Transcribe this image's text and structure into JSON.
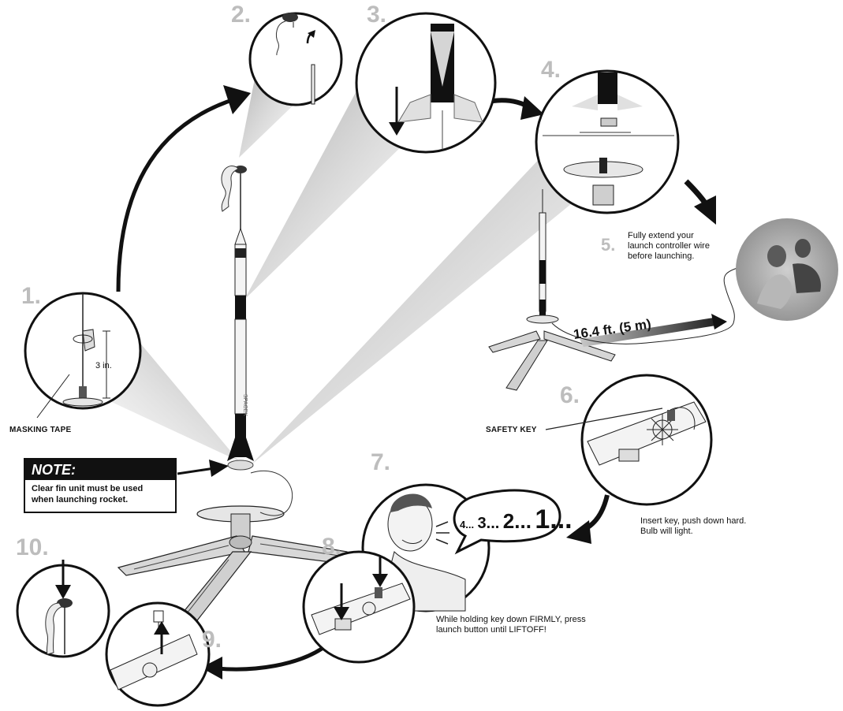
{
  "steps": {
    "s1": "1.",
    "s2": "2.",
    "s3": "3.",
    "s4": "4.",
    "s5": "5.",
    "s6": "6.",
    "s7": "7.",
    "s8": "8.",
    "s9": "9.",
    "s10": "10."
  },
  "labels": {
    "masking_tape": "MASKING TAPE",
    "safety_key": "SAFETY KEY",
    "measure": "3 in.",
    "distance": "16.4 ft. (5 m)",
    "rocket_brand": "SPACEX"
  },
  "note": {
    "title": "NOTE:",
    "line1": "Clear fin unit must be used",
    "line2": "when launching rocket."
  },
  "captions": {
    "step5_line1": "Fully extend your",
    "step5_line2": "launch controller wire",
    "step5_line3": "before launching.",
    "step6_line1": "Insert key, push down hard.",
    "step6_line2": "Bulb will light.",
    "step8_line1": "While holding key down FIRMLY, press",
    "step8_line2": "launch button until LIFTOFF!"
  },
  "countdown": {
    "c4": "4...",
    "c3": "3...",
    "c2": "2...",
    "c1": "1..."
  },
  "icons": {
    "rocket": "rocket-illustration",
    "launch_pad": "launch-pad-illustration",
    "controller": "launch-controller-illustration",
    "person": "person-illustration",
    "photo": "kids-photo-illustration"
  }
}
